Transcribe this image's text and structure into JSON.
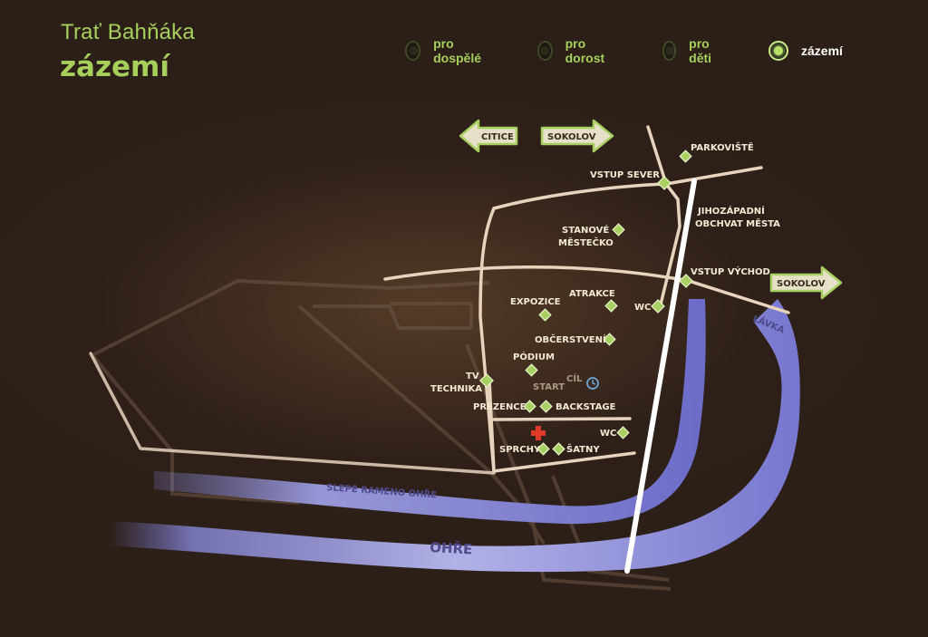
{
  "header": {
    "title": "Trať Bahňáka",
    "subtitle": "zázemí"
  },
  "nav": {
    "items": [
      {
        "label": "pro dospělé",
        "active": false
      },
      {
        "label": "pro dorost",
        "active": false
      },
      {
        "label": "pro děti",
        "active": false
      },
      {
        "label": "zázemí",
        "active": true
      }
    ]
  },
  "colors": {
    "accent": "#a7cf5c",
    "river": "#7f80df",
    "road": "#e8d3bd",
    "marker": "#a8cf62"
  },
  "map": {
    "direction_signs": {
      "citice": "CITICE",
      "sokolov_top": "SOKOLOV",
      "sokolov_right": "SOKOLOV"
    },
    "points": {
      "parkoviste": "PARKOVIŠTĚ",
      "vstup_sever": "VSTUP SEVER",
      "stanove_mestecko_1": "STANOVÉ",
      "stanove_mestecko_2": "MĚSTEČKO",
      "vstup_vychod": "VSTUP VÝCHOD",
      "expozice": "EXPOZICE",
      "atrakce": "ATRAKCE",
      "wc_upper": "WC",
      "obcerstveni": "OBČERSTVENÍ",
      "podium": "PÓDIUM",
      "tv_technika_1": "TV",
      "tv_technika_2": "TECHNIKA",
      "start": "START",
      "cil": "CÍL",
      "prezence": "PREZENCE",
      "backstage": "BACKSTAGE",
      "wc_lower": "WC",
      "sprchy": "SPRCHY",
      "satny": "ŠATNY"
    },
    "roads": {
      "bypass_1": "JIHOZÁPADNÍ",
      "bypass_2": "OBCHVAT MĚSTA"
    },
    "water": {
      "lavka": "LÁVKA",
      "slepe_rameno": "SLEPÉ RAMENO OHŘE",
      "ohre": "OHŘE"
    },
    "icons": {
      "first_aid": "first-aid-cross-icon",
      "finish": "clock-icon"
    }
  }
}
